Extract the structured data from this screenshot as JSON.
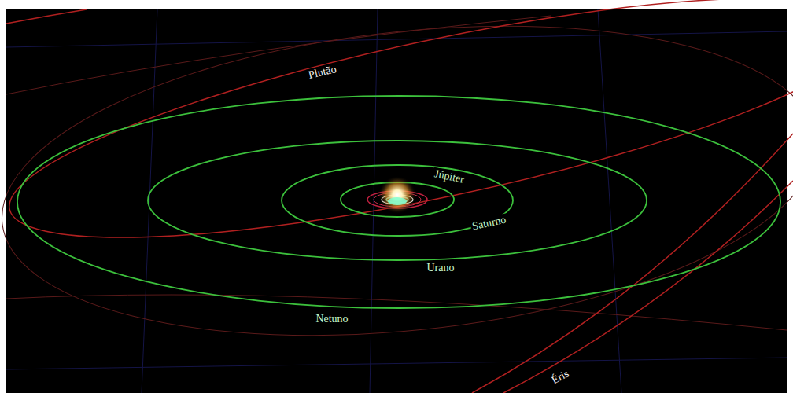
{
  "diagram": {
    "labels": [
      "Plutão",
      "Júpiter",
      "Saturno",
      "Urano",
      "Netuno",
      "Éris"
    ]
  }
}
